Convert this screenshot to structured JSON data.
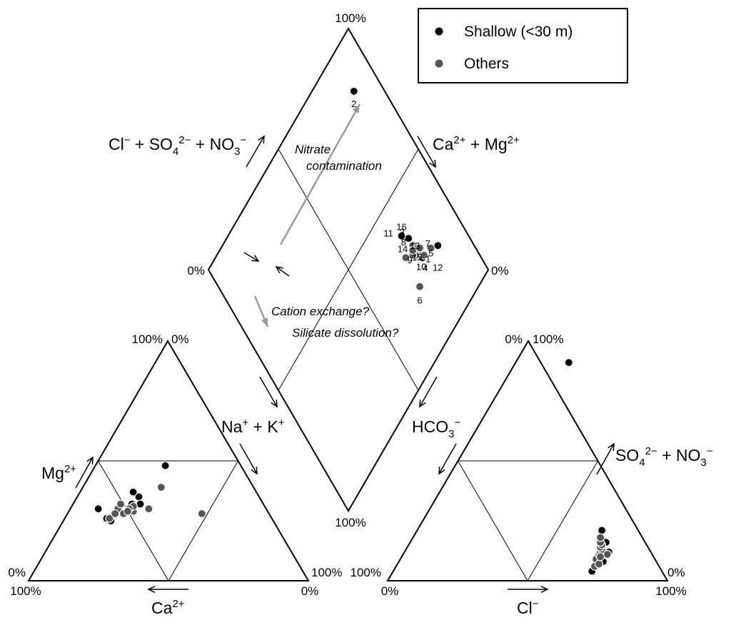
{
  "chart_data": {
    "type": "scatter",
    "subtype": "piper-diagram",
    "legend": {
      "placement": "top-right",
      "entries": [
        {
          "label": "Shallow (<30 m)",
          "color": "#000000"
        },
        {
          "label": "Others",
          "color": "#555555"
        }
      ]
    },
    "axes": {
      "cation_triangle": {
        "left_label": "Mg2+",
        "bottom_label": "Ca2+",
        "right_label": "Na+ + K+",
        "ticks": {
          "top_left": "100%",
          "top_right": "0%",
          "left_corner_side": "0%",
          "left_corner_bottom": "100%",
          "right_corner_side": "100%",
          "right_corner_bottom": "0%"
        }
      },
      "anion_triangle": {
        "left_label": "HCO3−",
        "bottom_label": "Cl−",
        "right_label": "SO42− + NO3−",
        "ticks": {
          "top_left": "0%",
          "top_right": "100%",
          "left_corner_side": "100%",
          "left_corner_bottom": "0%",
          "right_corner_side": "0%",
          "right_corner_bottom": "100%"
        }
      },
      "diamond": {
        "upper_left_label": "Cl− + SO42− + NO3−",
        "upper_right_label": "Ca2+ + Mg2+",
        "ticks": {
          "top": "100%",
          "left": "0%",
          "right": "0%",
          "bottom": "100%"
        }
      }
    },
    "series": [
      {
        "name": "Shallow (<30 m)",
        "color": "#000000",
        "cations": [
          {
            "ca": 60,
            "mg": 30
          },
          {
            "ca": 43,
            "mg": 35
          },
          {
            "ca": 59,
            "mg": 26
          },
          {
            "ca": 47,
            "mg": 32
          },
          {
            "ca": 44,
            "mg": 37
          },
          {
            "ca": 27,
            "mg": 48
          },
          {
            "ca": 58,
            "mg": 25
          },
          {
            "ca": 44,
            "mg": 32
          }
        ],
        "anions": [
          {
            "cl": 73,
            "so4": 12
          },
          {
            "cl": 19,
            "so4": 91
          },
          {
            "cl": 73,
            "so4": 8
          },
          {
            "cl": 71,
            "so4": 12
          },
          {
            "cl": 68,
            "so4": 17
          },
          {
            "cl": 71,
            "so4": 4
          },
          {
            "cl": 70,
            "so4": 16
          },
          {
            "cl": 66,
            "so4": 21
          }
        ]
      },
      {
        "name": "Others",
        "color": "#555555",
        "cations": [
          {
            "ca": 58,
            "mg": 26
          },
          {
            "ca": 48,
            "mg": 29
          },
          {
            "ca": 53,
            "mg": 30
          },
          {
            "ca": 50,
            "mg": 29
          },
          {
            "ca": 55,
            "mg": 28
          },
          {
            "ca": 52,
            "mg": 28
          },
          {
            "ca": 51,
            "mg": 32
          },
          {
            "ca": 47,
            "mg": 31
          },
          {
            "ca": 42,
            "mg": 30
          },
          {
            "ca": 33,
            "mg": 39
          },
          {
            "ca": 49,
            "mg": 30
          },
          {
            "ca": 24,
            "mg": 28
          },
          {
            "ca": 50,
            "mg": 29
          }
        ],
        "anions": [
          {
            "cl": 71,
            "so4": 6
          },
          {
            "cl": 70,
            "so4": 9
          },
          {
            "cl": 71,
            "so4": 10
          },
          {
            "cl": 70,
            "so4": 11
          },
          {
            "cl": 70,
            "so4": 12
          },
          {
            "cl": 70,
            "so4": 13
          },
          {
            "cl": 69,
            "so4": 14
          },
          {
            "cl": 69,
            "so4": 15
          },
          {
            "cl": 68,
            "so4": 16
          },
          {
            "cl": 67,
            "so4": 18
          },
          {
            "cl": 72,
            "so4": 7
          },
          {
            "cl": 73,
            "so4": 11
          },
          {
            "cl": 71,
            "so4": 10
          }
        ]
      }
    ],
    "diamond_points": [
      {
        "id": "1",
        "series": "Others",
        "anion_sum": 25,
        "cation_sum": 84
      },
      {
        "id": "2",
        "series": "Shallow (<30 m)",
        "anion_sum": 85,
        "cation_sum": 89
      },
      {
        "id": "3",
        "series": "Shallow (<30 m)",
        "anion_sum": 35,
        "cation_sum": 78
      },
      {
        "id": "4",
        "series": "Shallow (<30 m)",
        "anion_sum": 26,
        "cation_sum": 79
      },
      {
        "id": "5",
        "series": "Others",
        "anion_sum": 26,
        "cation_sum": 80
      },
      {
        "id": "6",
        "series": "Others",
        "anion_sum": 21,
        "cation_sum": 72
      },
      {
        "id": "7",
        "series": "Shallow (<30 m)",
        "anion_sum": 23,
        "cation_sum": 87
      },
      {
        "id": "8",
        "series": "Others",
        "anion_sum": 32,
        "cation_sum": 78
      },
      {
        "id": "9",
        "series": "Others",
        "anion_sum": 29,
        "cation_sum": 79
      },
      {
        "id": "10",
        "series": "Others",
        "anion_sum": 29,
        "cation_sum": 77
      },
      {
        "id": "11",
        "series": "Others",
        "anion_sum": 30,
        "cation_sum": 79
      },
      {
        "id": "12",
        "series": "Others",
        "anion_sum": 30,
        "cation_sum": 76
      },
      {
        "id": "13",
        "series": "Others",
        "anion_sum": 31,
        "cation_sum": 77
      },
      {
        "id": "14",
        "series": "Others",
        "anion_sum": 29,
        "cation_sum": 80
      },
      {
        "id": "15",
        "series": "Others",
        "anion_sum": 32,
        "cation_sum": 73
      },
      {
        "id": "16",
        "series": "Shallow (<30 m)",
        "anion_sum": 38,
        "cation_sum": 76
      }
    ],
    "annotations": [
      {
        "text": "Nitrate",
        "type": "label"
      },
      {
        "text": "contamination",
        "type": "label"
      },
      {
        "text": "Cation exchange?",
        "type": "label"
      },
      {
        "text": "Silicate dissolution?",
        "type": "label"
      }
    ]
  }
}
